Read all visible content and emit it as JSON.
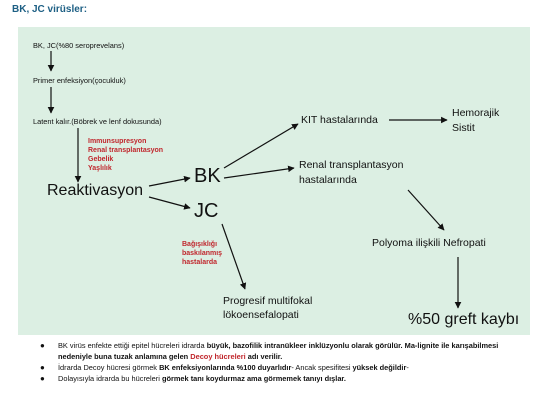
{
  "title": "BK, JC virüsler:",
  "nodes": {
    "seroprev": "BK, JC(%80 seroprevelans)",
    "primer": "Primer enfeksiyon(çocukluk)",
    "latent": "Latent kalır.(Böbrek ve lenf dokusunda)",
    "risk_factors": [
      "Immunsupresyon",
      "Renal transplantasyon",
      "Gebelik",
      "Yaşlılık"
    ],
    "reaktivasyon": "Reaktivasyon",
    "bk": "BK",
    "jc": "JC",
    "kit": "KIT hastalarında",
    "hemorajik": [
      "Hemorajik",
      "Sistit"
    ],
    "renal": [
      "Renal transplantasyon",
      "hastalarında"
    ],
    "polyoma": "Polyoma ilişkili Nefropati",
    "greft": "%50 greft kaybı",
    "bagisiklik": [
      "Bağışıklığı",
      "baskılanmış",
      "hastalarda"
    ],
    "progresif": [
      "Progresif multifokal",
      "lökoensefalopati"
    ]
  },
  "bullets": [
    {
      "segments": [
        {
          "text": "BK virüs enfekte ettiği epitel hücreleri idrarda ",
          "style": "normal"
        },
        {
          "text": "büyük, bazofilik intranükleer inklüzyonlu olarak görülür.",
          "style": "bold"
        },
        {
          "text": " Ma-lignite ile karışabilmesi nedeniyle buna tuzak anlamına gelen ",
          "style": "bold"
        },
        {
          "text": "Decoy hücreleri",
          "style": "red"
        },
        {
          "text": " adı verilir.",
          "style": "bold"
        }
      ]
    },
    {
      "segments": [
        {
          "text": "İdrarda  Decoy hücresi görmek ",
          "style": "normal"
        },
        {
          "text": "BK enfeksiyonlarında %100 duyarlıdır",
          "style": "bold"
        },
        {
          "text": "-   Ancak spesifitesi ",
          "style": "normal"
        },
        {
          "text": "yüksek değildir",
          "style": "bold"
        },
        {
          "text": "-",
          "style": "normal"
        }
      ]
    },
    {
      "segments": [
        {
          "text": "Dolayısıyla idrarda bu hücreleri ",
          "style": "normal"
        },
        {
          "text": "görmek tanı koydurmaz ama görmemek tanıyı dışlar.",
          "style": "bold"
        }
      ]
    }
  ],
  "colors": {
    "panel": "#dcefe3",
    "title": "#1d5f84",
    "highlight": "#c0262c"
  }
}
